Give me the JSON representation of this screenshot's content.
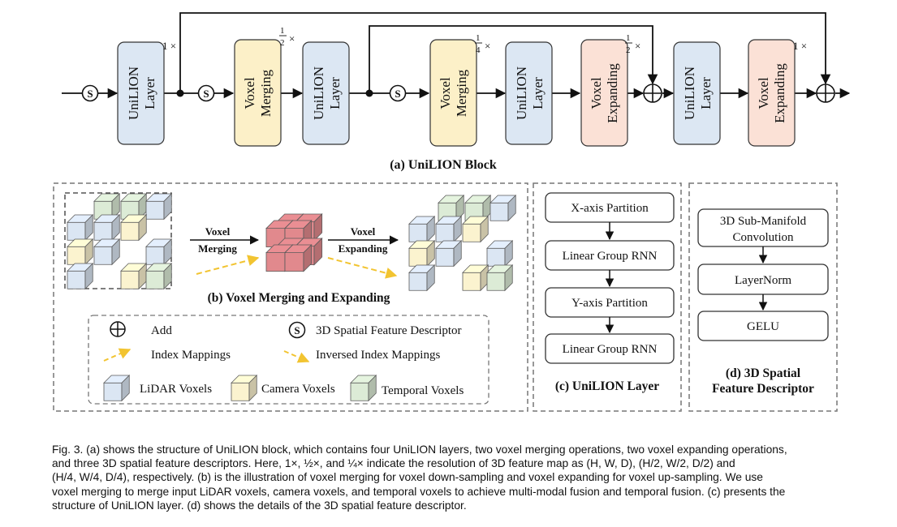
{
  "block": {
    "title": "(a) UniLION Block",
    "layer_label": [
      "UniLION",
      "Layer"
    ],
    "merging_label": [
      "Voxel",
      "Merging"
    ],
    "expanding_label": [
      "Voxel",
      "Expanding"
    ],
    "descriptor_symbol": "S",
    "scale_1x": "1 ×",
    "scale_half": "×",
    "scale_quarter": "×",
    "frac_one": "1",
    "frac_two": "2",
    "frac_four": "4"
  },
  "panel_b": {
    "title": "(b) Voxel Merging and Expanding",
    "merge_arrow": [
      "Voxel",
      "Merging"
    ],
    "expand_arrow": [
      "Voxel",
      "Expanding"
    ]
  },
  "legend": {
    "add": "Add",
    "descriptor": "3D Spatial Feature Descriptor",
    "index_mappings": "Index Mappings",
    "inversed_index_mappings": "Inversed Index Mappings",
    "lidar": "LiDAR Voxels",
    "camera": "Camera Voxels",
    "temporal": "Temporal Voxels"
  },
  "panel_c": {
    "title": "(c) UniLION Layer",
    "steps": [
      "X-axis Partition",
      "Linear Group RNN",
      "Y-axis Partition",
      "Linear Group RNN"
    ]
  },
  "panel_d": {
    "title": [
      "(d) 3D Spatial",
      "Feature Descriptor"
    ],
    "steps": [
      [
        "3D Sub-Manifold",
        "Convolution"
      ],
      [
        "LayerNorm"
      ],
      [
        "GELU"
      ]
    ]
  },
  "colors": {
    "lidar": "#dbe6f3",
    "camera": "#fbf3cf",
    "temporal": "#dcebd6",
    "merged": "#e1898d",
    "merging_box": "#fcf0c8",
    "expanding_box": "#fbe1d6",
    "layer_box": "#dce7f3",
    "mapping_arrow": "#f2c431"
  },
  "caption": [
    "Fig. 3. (a) shows the structure of UniLION block, which contains four UniLION layers, two voxel merging operations, two voxel expanding operations,",
    "and three 3D spatial feature descriptors. Here, 1×, ½×, and ¼× indicate the resolution of 3D feature map as (H, W, D), (H/2, W/2, D/2) and",
    "(H/4, W/4, D/4), respectively. (b) is the illustration of voxel merging for voxel down-sampling and voxel expanding for voxel up-sampling. We use",
    "voxel merging to merge input LiDAR voxels, camera voxels, and temporal voxels to achieve multi-modal fusion and temporal fusion. (c) presents the",
    "structure of UniLION layer. (d) shows the details of the 3D spatial feature descriptor."
  ]
}
